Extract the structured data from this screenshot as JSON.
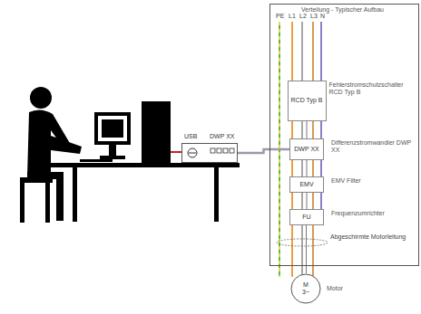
{
  "diagram": {
    "nodes": [
      {
        "text": [
          "Verteilung - Typischer Aufbau"
        ]
      },
      {
        "text": [
          "RCD Typ B",
          "Fehlerstromschutzschalter RCD Typ B"
        ],
        "in": 0
      },
      {
        "text": [
          "DWP XX",
          "Differenzstromwandler DWP XX"
        ],
        "in": 0
      },
      {
        "text": [
          "EMV",
          "EMV Filter"
        ],
        "in": 0
      },
      {
        "text": [
          "FU",
          "Frequenzumrichter"
        ],
        "in": 0
      },
      {
        "text": [
          "M 3~",
          "Motor"
        ]
      },
      {
        "text": [
          "USB",
          "DWP XX"
        ]
      }
    ],
    "edges": [
      {
        "from": 1,
        "to": 2,
        "arrow": "none"
      },
      {
        "from": 2,
        "to": 3,
        "arrow": "none"
      },
      {
        "from": 3,
        "to": 4,
        "arrow": "none"
      },
      {
        "from": 4,
        "to": 5,
        "arrow": "none"
      },
      {
        "from": 6,
        "to": 2,
        "arrow": "none"
      }
    ],
    "labels": [
      "PE",
      "L1",
      "L2",
      "L3",
      "N",
      "Abgeschirmte Motorleitung"
    ]
  }
}
